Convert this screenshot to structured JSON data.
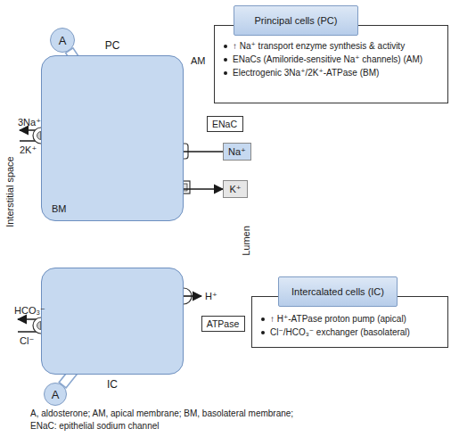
{
  "diagram": {
    "nodes": [
      {
        "text": [
          "A"
        ]
      },
      {
        "text": [
          "PC"
        ]
      },
      {
        "text": [
          "Principal cells (PC)"
        ]
      },
      {
        "text": [
          "↑ Na⁺ transport enzyme synthesis & activity",
          "ENaCs (Amiloride-sensitive Na⁺ channels) (AM)",
          "Electrogenic 3Na⁺/2K⁺-ATPase (BM)"
        ]
      },
      {
        "text": [
          "ENaC"
        ]
      },
      {
        "text": [
          "Na⁺"
        ]
      },
      {
        "text": [
          "K⁺"
        ]
      },
      {
        "text": [
          "IC"
        ]
      },
      {
        "text": [
          "ATPase"
        ]
      },
      {
        "text": [
          "Intercalated cells (IC)"
        ]
      },
      {
        "text": [
          "↑ H⁺-ATPase proton pump (apical)",
          "Cl⁻/HCO₃⁻ exchanger (basolateral)"
        ]
      },
      {
        "text": [
          "A"
        ]
      }
    ],
    "edges": [
      {
        "from": 0,
        "to": 1,
        "arrow": "to"
      },
      {
        "from": 5,
        "to": 1,
        "arrow": "to"
      },
      {
        "from": 1,
        "to": 6,
        "arrow": "to"
      },
      {
        "from": 11,
        "to": 7,
        "arrow": "to"
      }
    ],
    "labels": [
      "AM",
      "3Na⁺",
      "2K⁺",
      "BM",
      "Interstitial space",
      "Lumen",
      "HCO₃⁻",
      "Cl⁻",
      "H⁺",
      "A, aldosterone; AM, apical membrane; BM, basolateral membrane;",
      "ENaC: epithelial sodium channel"
    ]
  }
}
